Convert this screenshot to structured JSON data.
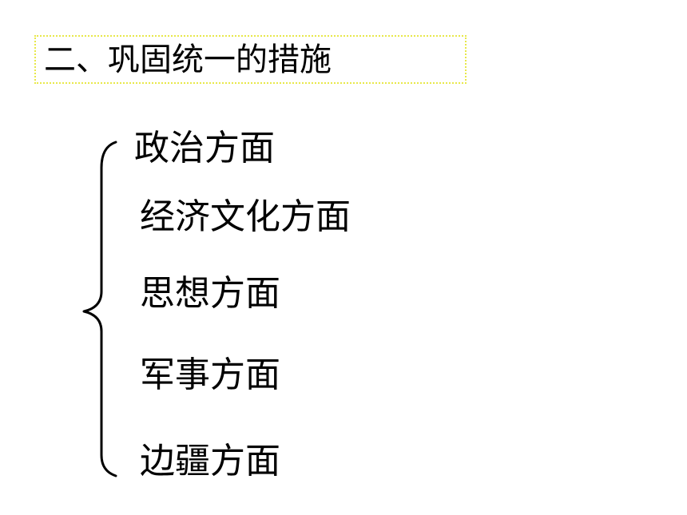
{
  "slide": {
    "title": "二、巩固统一的措施",
    "items": [
      "政治方面",
      "经济文化方面",
      "思想方面",
      "军事方面",
      "边疆方面"
    ]
  },
  "colors": {
    "title_border": "#e8e84a",
    "text": "#000000",
    "background": "#ffffff"
  }
}
